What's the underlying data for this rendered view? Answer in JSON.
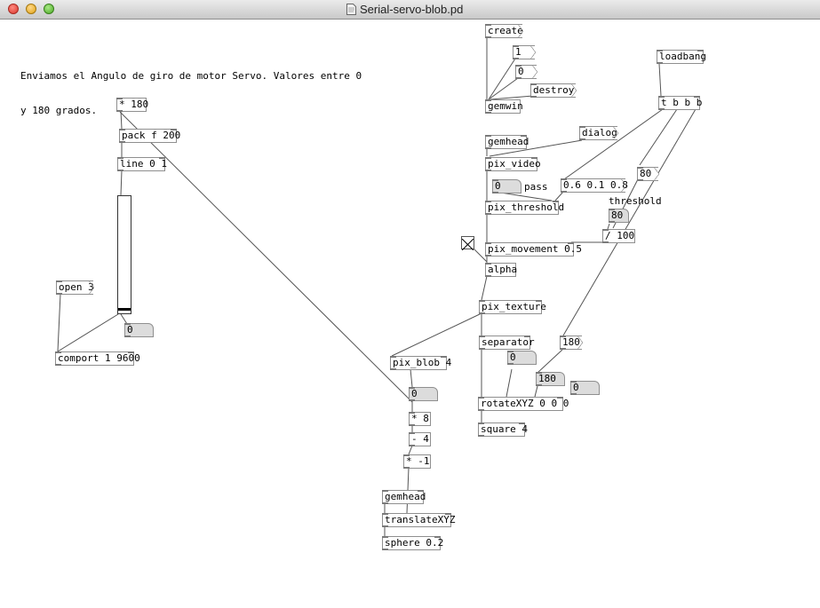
{
  "window": {
    "title": "Serial-servo-blob.pd"
  },
  "comments": {
    "intro_line1": "Enviamos el Angulo de giro de motor Servo. Valores entre 0",
    "intro_line2": "y 180 grados.",
    "pass": "pass",
    "threshold": "threshold"
  },
  "objects": {
    "mul180": "* 180",
    "pack": "pack f 200",
    "line": "line 0 1",
    "comport": "comport 1 9600",
    "create": "create",
    "destroy": "destroy",
    "gemwin": "gemwin",
    "loadbang": "loadbang",
    "tbbb": "t b b b",
    "gemhead1": "gemhead",
    "dialog": "dialog",
    "pix_video": "pix_video",
    "msg_thresh": "0.6 0.1 0.8",
    "pix_threshold": "pix_threshold",
    "div100": "/ 100",
    "pix_movement": "pix_movement 0.5",
    "alpha": "alpha",
    "pix_texture": "pix_texture",
    "separator": "separator",
    "pix_blob": "pix_blob 4",
    "rotate": "rotateXYZ 0 0 0",
    "square": "square 4",
    "mul8": "* 8",
    "minus4": "- 4",
    "mulneg1": "* -1",
    "gemhead2": "gemhead",
    "translate": "translateXYZ",
    "sphere": "sphere 0.2",
    "open3": "open 3",
    "msg_one": "1",
    "msg_zero": "0",
    "msg80": "80",
    "msg180": "180"
  },
  "numbers": {
    "comport_num": "0",
    "pass_num": "0",
    "thresh_num": "80",
    "sep_num": "0",
    "blob_num": "0",
    "rot_num_180": "180",
    "rot_num_0": "0"
  },
  "slider": {
    "level": 0.02
  }
}
